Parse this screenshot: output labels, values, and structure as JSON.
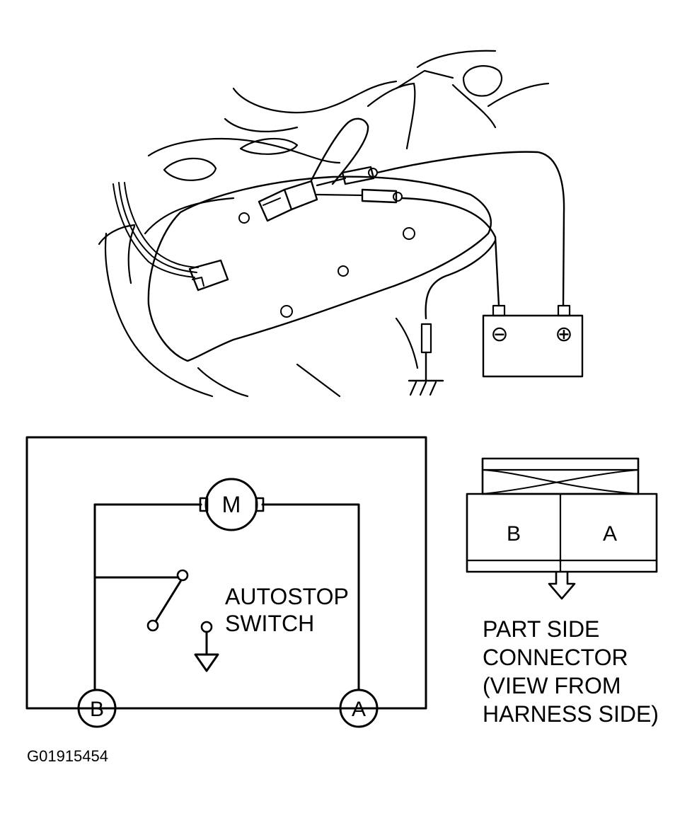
{
  "colors": {
    "ink": "#000000",
    "paper": "#ffffff"
  },
  "circuit": {
    "motor_label": "M",
    "switch_label_line1": "AUTOSTOP",
    "switch_label_line2": "SWITCH",
    "terminal_b_label": "B",
    "terminal_a_label": "A"
  },
  "connector": {
    "pin_b_label": "B",
    "pin_a_label": "A",
    "caption_lines": [
      "PART SIDE",
      "CONNECTOR",
      "(VIEW FROM",
      "HARNESS SIDE)"
    ]
  },
  "battery": {
    "negative_symbol": "⊖",
    "positive_symbol": "⊕"
  },
  "figure_id": "G01915454"
}
